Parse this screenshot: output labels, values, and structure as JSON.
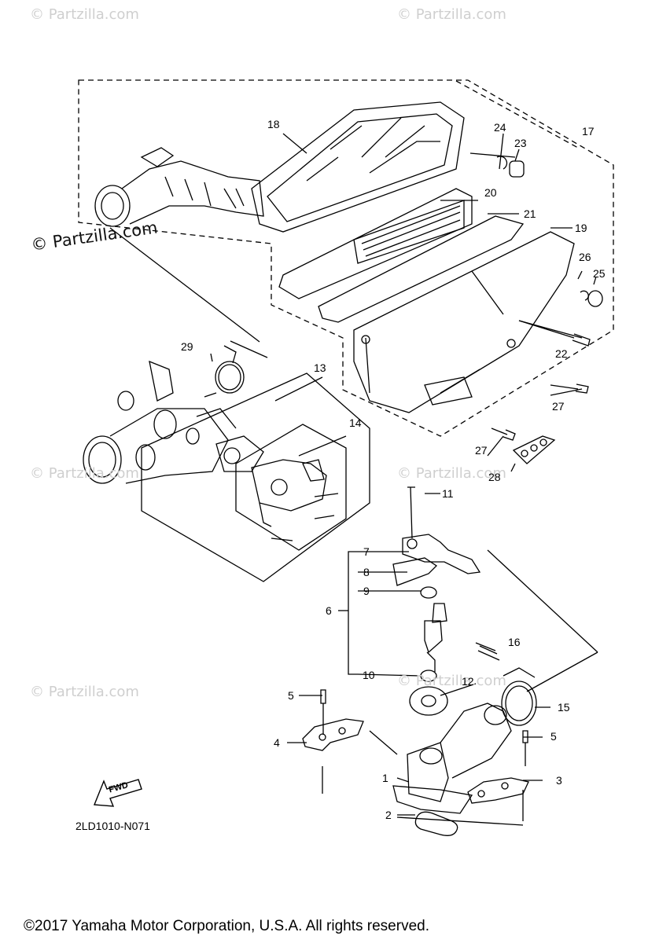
{
  "watermarks": {
    "top_left": "© Partzilla.com",
    "top_right": "© Partzilla.com",
    "main": "© Partzilla.com",
    "mid_left": "© Partzilla.com",
    "mid_center": "© Partzilla.com",
    "lower_left": "© Partzilla.com",
    "lower_center": "© Partzilla.com"
  },
  "callouts": [
    "1",
    "2",
    "3",
    "4",
    "5",
    "5",
    "6",
    "7",
    "8",
    "9",
    "10",
    "11",
    "12",
    "13",
    "14",
    "15",
    "16",
    "17",
    "18",
    "19",
    "20",
    "21",
    "22",
    "23",
    "24",
    "25",
    "26",
    "27",
    "27",
    "28",
    "29"
  ],
  "fwd_label": "FWD",
  "diagram_code": "2LD1010-N071",
  "copyright": "©2017  Yamaha Motor Corporation, U.S.A. All rights reserved."
}
